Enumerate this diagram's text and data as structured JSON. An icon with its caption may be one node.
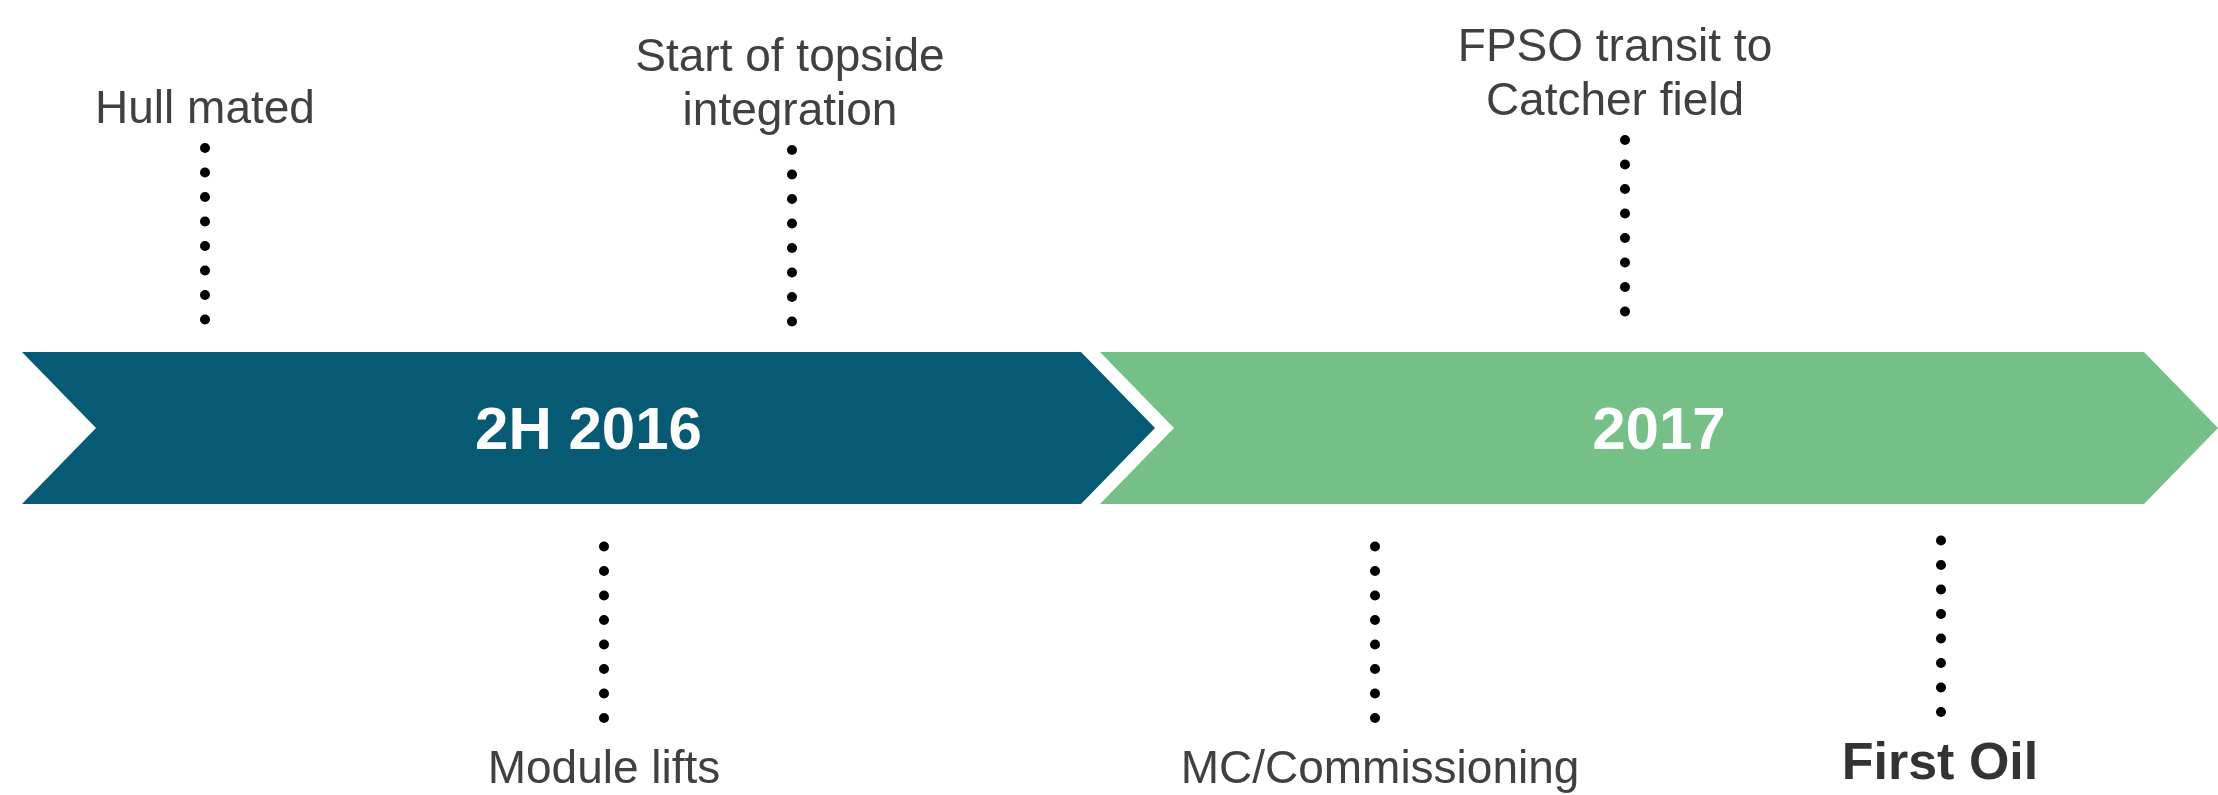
{
  "diagram": {
    "nodes": [
      {
        "text": [
          "2H 2016"
        ]
      },
      {
        "text": [
          "2017"
        ]
      },
      {
        "text": [
          "Hull mated"
        ]
      },
      {
        "text": [
          "Start of topside integration"
        ]
      },
      {
        "text": [
          "FPSO transit to Catcher field"
        ]
      },
      {
        "text": [
          "Module lifts"
        ]
      },
      {
        "text": [
          "MC/Commissioning"
        ]
      },
      {
        "text": [
          "First Oil"
        ]
      }
    ],
    "edges": [
      {
        "from": 2,
        "to": 0,
        "arrow": "none",
        "style": "dashed"
      },
      {
        "from": 3,
        "to": 0,
        "arrow": "none",
        "style": "dashed"
      },
      {
        "from": 4,
        "to": 1,
        "arrow": "none",
        "style": "dashed"
      },
      {
        "from": 5,
        "to": 0,
        "arrow": "none",
        "style": "dashed"
      },
      {
        "from": 6,
        "to": 1,
        "arrow": "none",
        "style": "dashed"
      },
      {
        "from": 7,
        "to": 1,
        "arrow": "none",
        "style": "dashed"
      }
    ]
  }
}
